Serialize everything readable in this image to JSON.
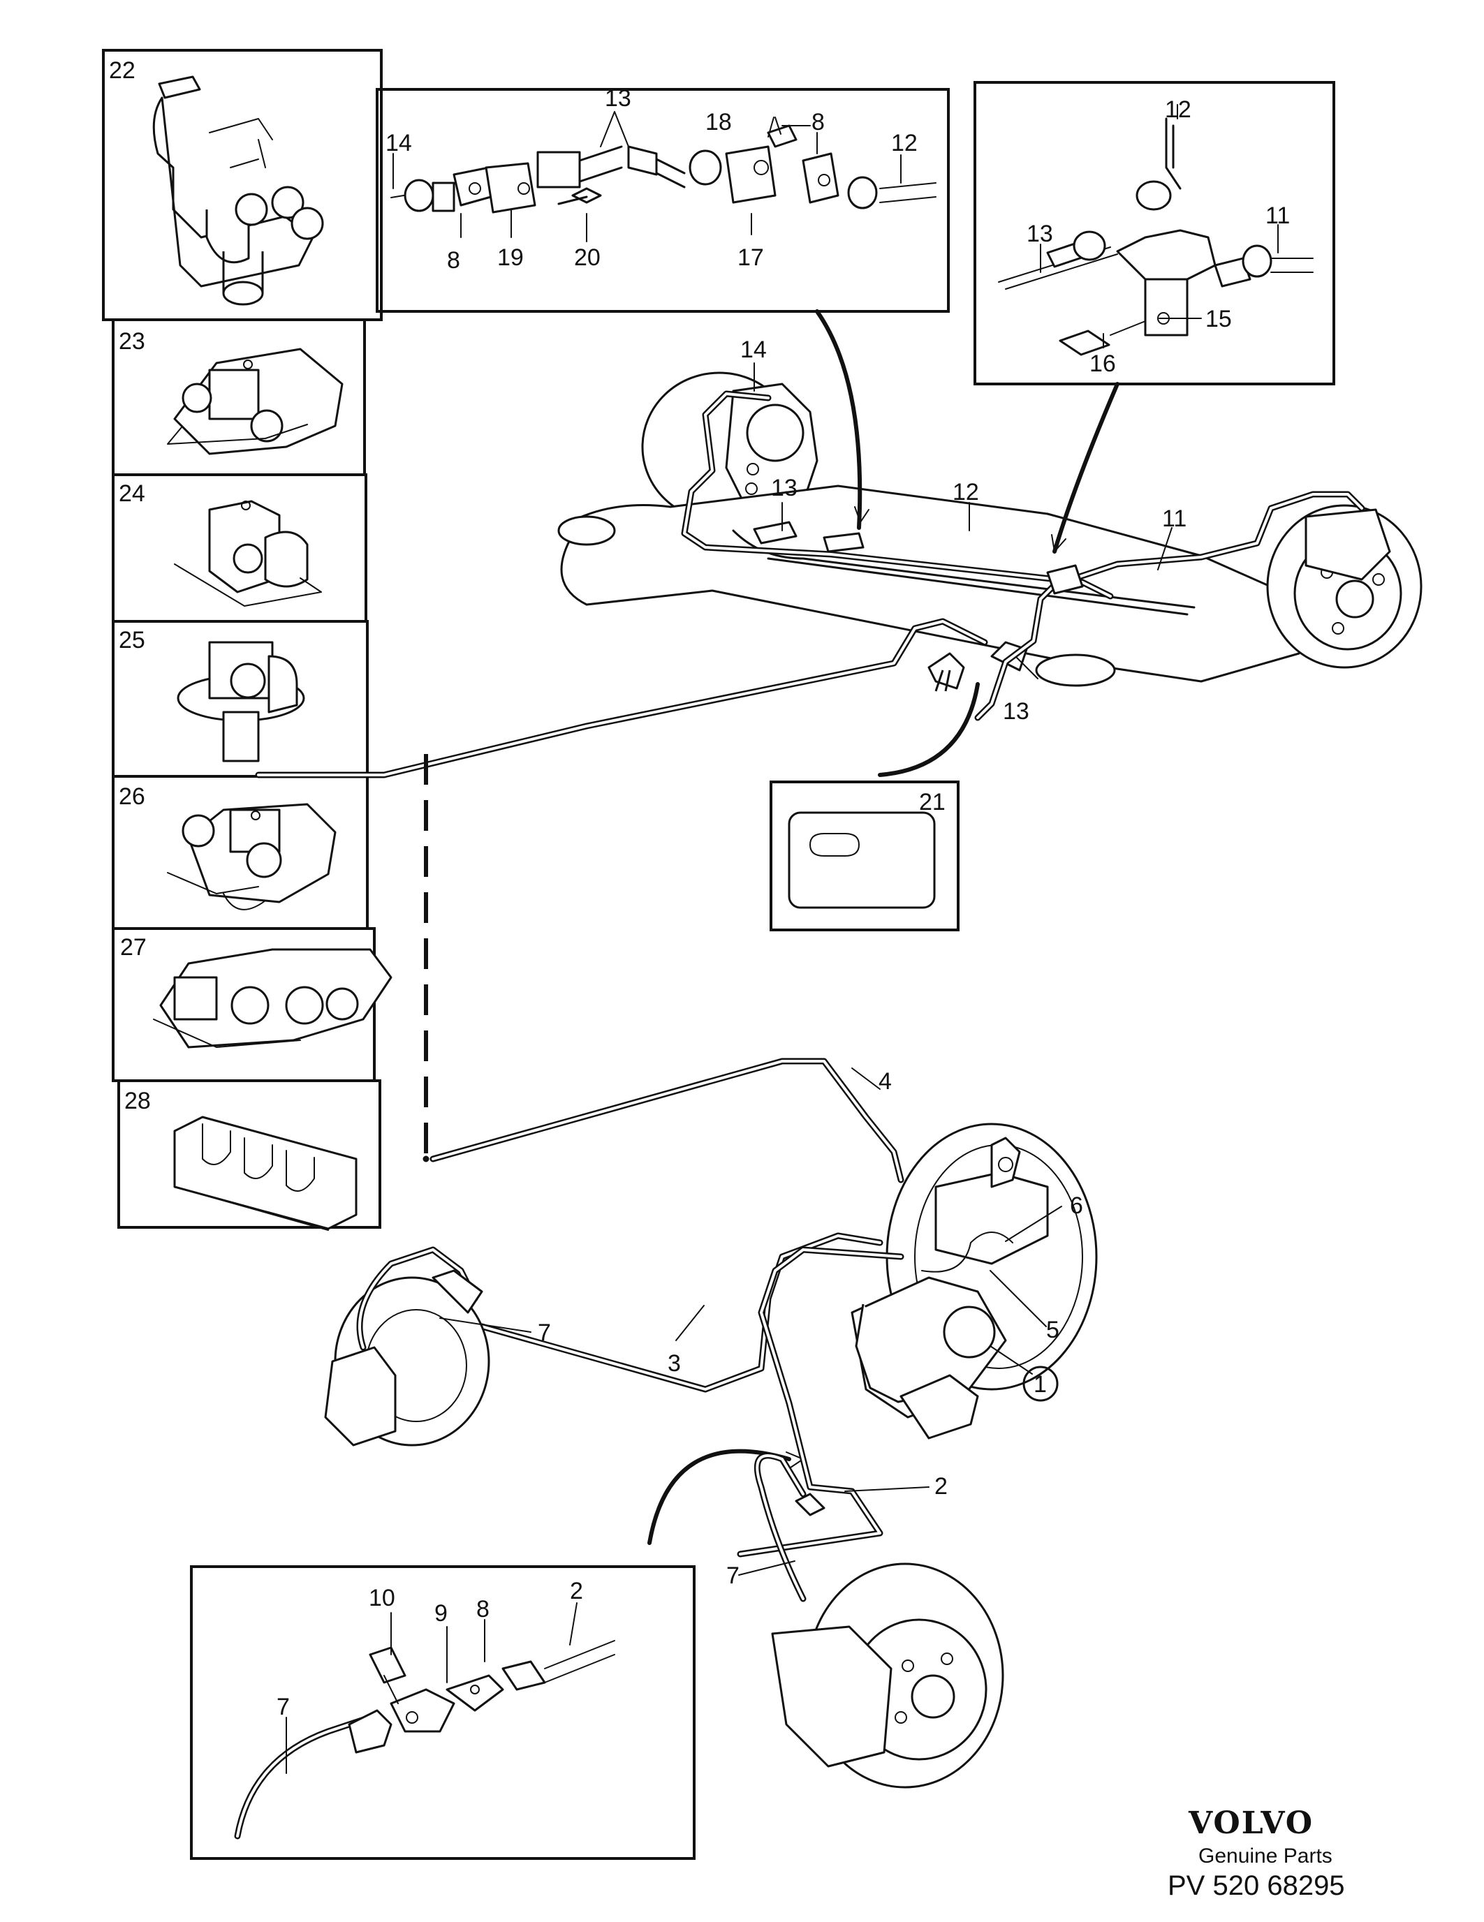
{
  "brand": {
    "logo_text": "VOLVO",
    "subtitle": "Genuine Parts",
    "code": "PV 520 68295"
  },
  "labels": {
    "n1": "1",
    "n2": "2",
    "n3": "3",
    "n4": "4",
    "n5": "5",
    "n6": "6",
    "n7": "7",
    "n8": "8",
    "n9": "9",
    "n10": "10",
    "n11": "11",
    "n12": "12",
    "n13": "13",
    "n14": "14",
    "n15": "15",
    "n16": "16",
    "n17": "17",
    "n18": "18",
    "n19": "19",
    "n20": "20",
    "n21": "21",
    "n22": "22",
    "n23": "23",
    "n24": "24",
    "n25": "25",
    "n26": "26",
    "n27": "27",
    "n28": "28"
  }
}
